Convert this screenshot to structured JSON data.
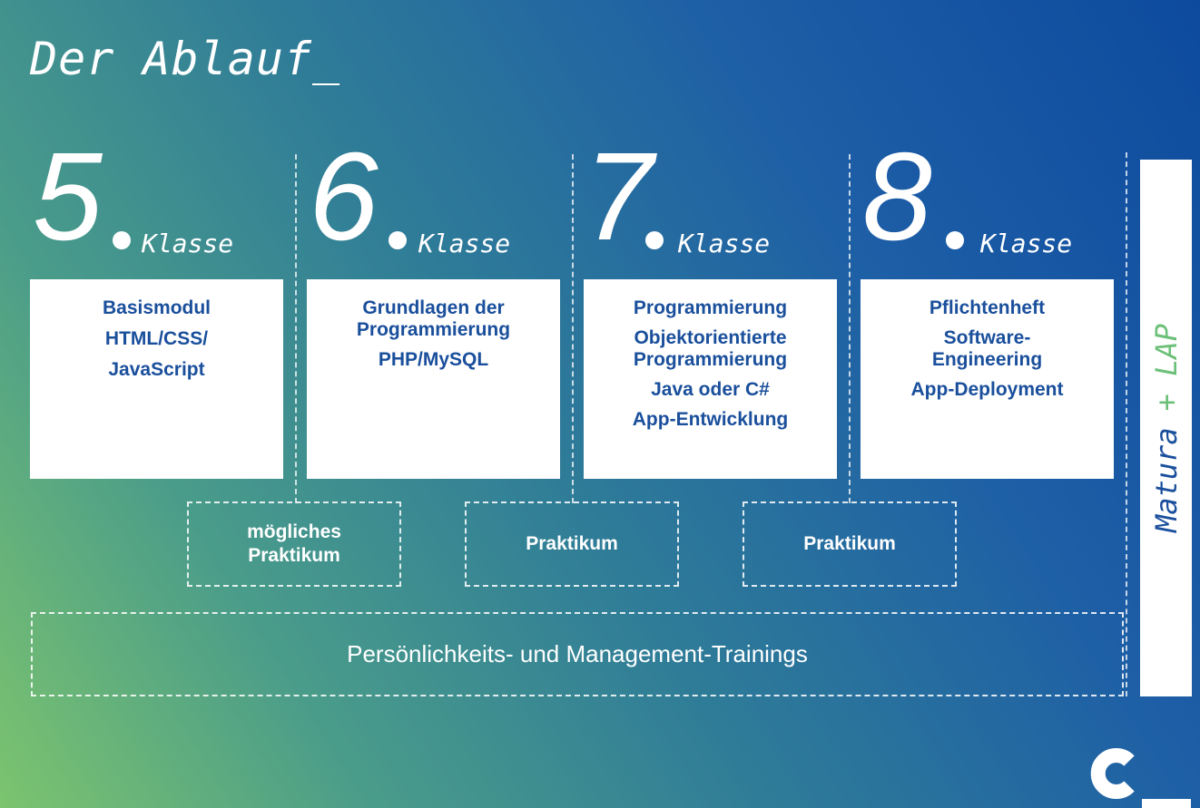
{
  "title": "Der Ablauf_",
  "klassen": [
    {
      "number": "5",
      "label": "Klasse",
      "lines": [
        "Basismodul",
        "HTML/CSS/",
        "JavaScript"
      ]
    },
    {
      "number": "6",
      "label": "Klasse",
      "lines": [
        "Grundlagen der",
        "Programmierung",
        "PHP/MySQL"
      ]
    },
    {
      "number": "7",
      "label": "Klasse",
      "lines": [
        "Programmierung",
        "Objektorientierte",
        "Programmierung",
        "Java oder C#",
        "App-Entwicklung"
      ]
    },
    {
      "number": "8",
      "label": "Klasse",
      "lines": [
        "Pflichtenheft",
        "Software-",
        "Engineering",
        "App-Deployment"
      ]
    }
  ],
  "praktika": [
    {
      "lines": [
        "mögliches",
        "Praktikum"
      ]
    },
    {
      "lines": [
        "Praktikum"
      ]
    },
    {
      "lines": [
        "Praktikum"
      ]
    }
  ],
  "training": "Persönlichkeits- und Management-Trainings",
  "final": {
    "part1": "Matura",
    "part2": "+ LAP"
  },
  "colors": {
    "blue": "#1a4f9c",
    "green": "#6cc078",
    "white": "#ffffff"
  }
}
